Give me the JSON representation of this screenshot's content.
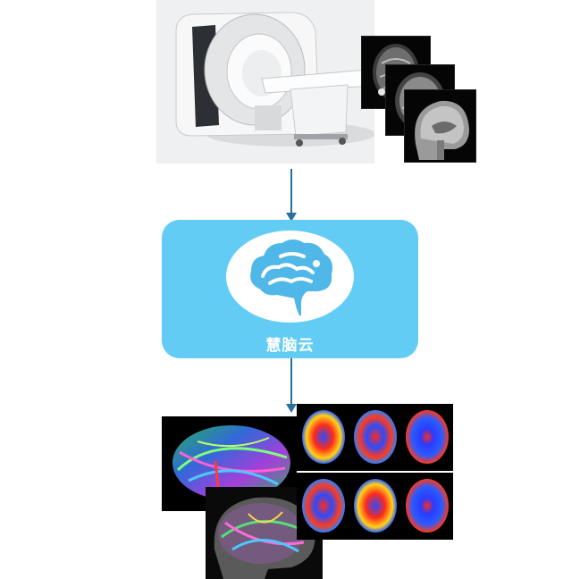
{
  "cloud": {
    "label": "慧脑云"
  },
  "colors": {
    "cloud_box": "#63ccf5",
    "arrow": "#2b6f9e",
    "logo_stroke": "#4fb8e8"
  },
  "icons": [
    "mri-scanner-image",
    "mri-slice-image",
    "brain-cloud-icon",
    "tractography-image",
    "perfusion-map-image"
  ]
}
